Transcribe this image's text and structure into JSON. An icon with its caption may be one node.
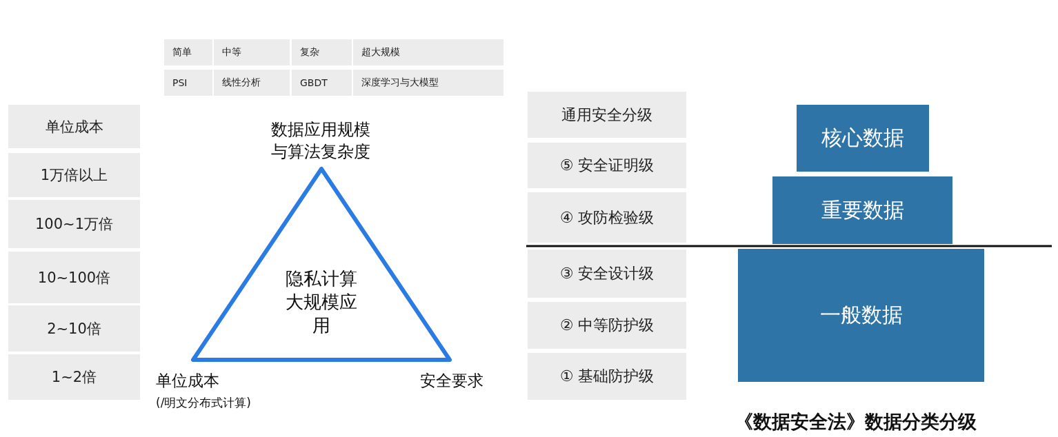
{
  "diagram": {
    "caption": "《数据安全法》数据分类分级",
    "nodes": [
      {
        "text": [
          "隐私计算大规模应用"
        ],
        "beside": [
          "数据应用规模与算法复杂度",
          "单位成本",
          "(/明文分布式计算)",
          "安全要求"
        ]
      },
      {
        "text": [
          "核心数据"
        ]
      },
      {
        "text": [
          "重要数据"
        ]
      },
      {
        "text": [
          "一般数据"
        ]
      }
    ],
    "edges": [],
    "labels": [
      "简单",
      "中等",
      "复杂",
      "超大规模",
      "PSI",
      "线性分析",
      "GBDT",
      "深度学习与大模型",
      "单位成本",
      "1万倍以上",
      "100~1万倍",
      "10~100倍",
      "2~10倍",
      "1~2倍",
      "通用安全分级",
      "⑤ 安全证明级",
      "④ 攻防检验级",
      "③ 安全设计级",
      "② 中等防护级",
      "① 基础防护级"
    ]
  }
}
